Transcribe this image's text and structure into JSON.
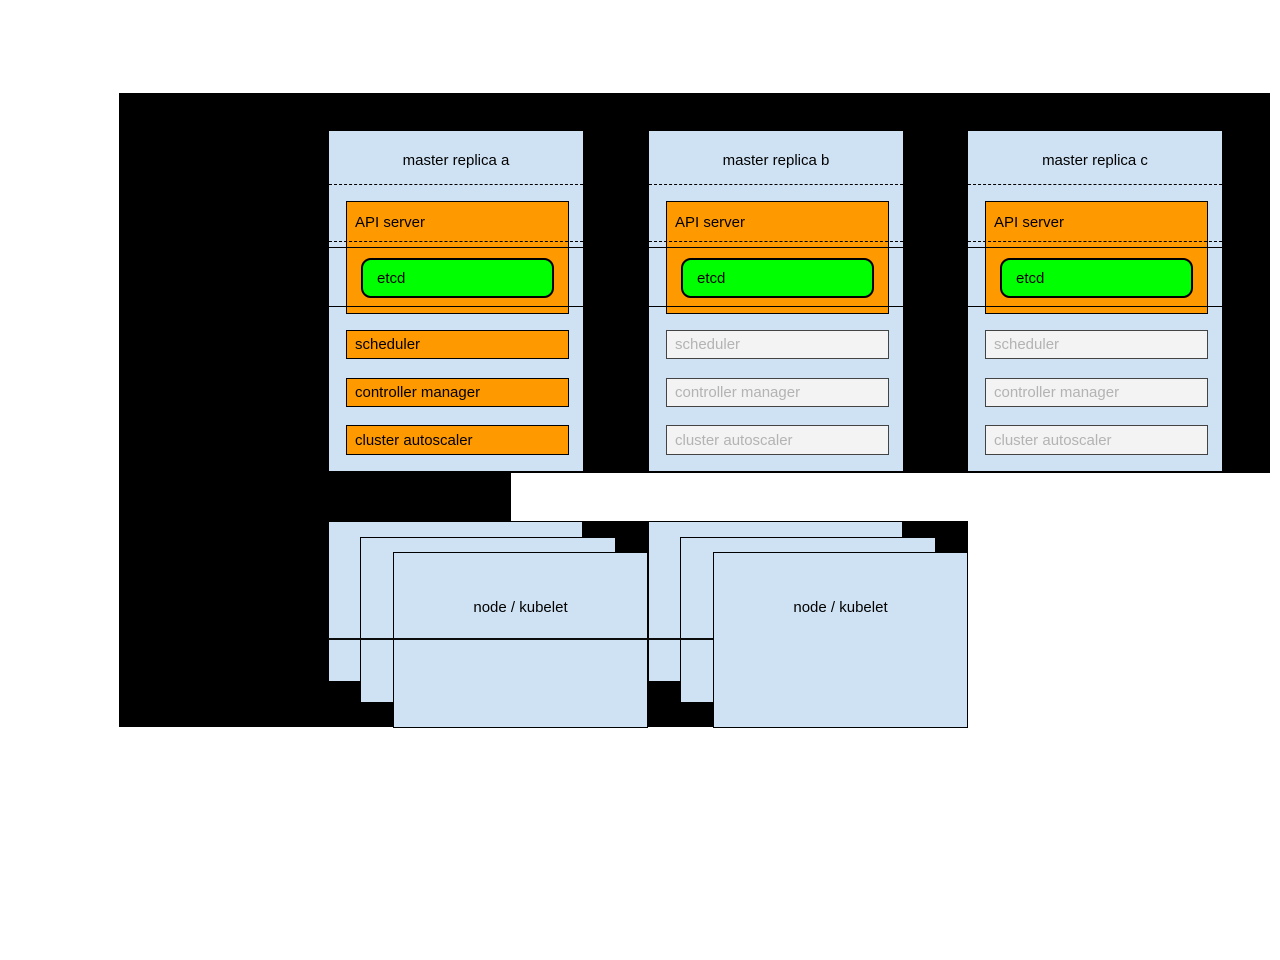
{
  "masters": [
    {
      "title": "master replica a",
      "api_server_label": "API server",
      "etcd_label": "etcd",
      "components": [
        {
          "label": "scheduler",
          "state": "active"
        },
        {
          "label": "controller manager",
          "state": "active"
        },
        {
          "label": "cluster autoscaler",
          "state": "active"
        }
      ]
    },
    {
      "title": "master replica b",
      "api_server_label": "API server",
      "etcd_label": "etcd",
      "components": [
        {
          "label": "scheduler",
          "state": "inactive"
        },
        {
          "label": "controller manager",
          "state": "inactive"
        },
        {
          "label": "cluster autoscaler",
          "state": "inactive"
        }
      ]
    },
    {
      "title": "master replica c",
      "api_server_label": "API server",
      "etcd_label": "etcd",
      "components": [
        {
          "label": "scheduler",
          "state": "inactive"
        },
        {
          "label": "controller manager",
          "state": "inactive"
        },
        {
          "label": "cluster autoscaler",
          "state": "inactive"
        }
      ]
    }
  ],
  "node_groups": [
    {
      "label": "node / kubelet"
    },
    {
      "label": "node / kubelet"
    }
  ],
  "colors": {
    "box_fill_blue": "#cfe2f3",
    "active_orange": "#ff9900",
    "etcd_green": "#00ff00",
    "inactive_fill": "#f3f3f3",
    "inactive_text": "#b3b3b3",
    "redaction_black": "#000000",
    "border_black": "#000000"
  }
}
